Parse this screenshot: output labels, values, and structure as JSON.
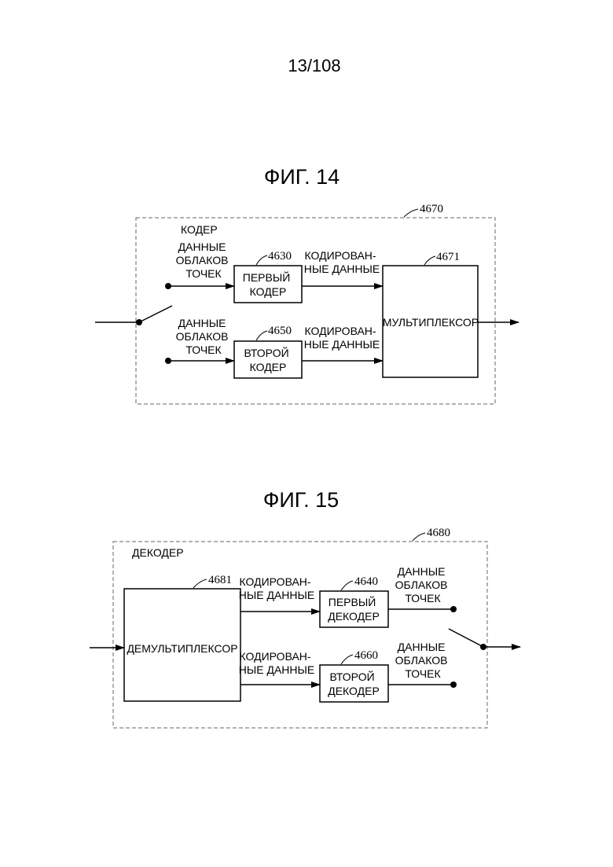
{
  "page_number": "13/108",
  "fig14": {
    "title": "ФИГ. 14",
    "encoder_label": "КОДЕР",
    "encoder_ref": "4670",
    "input_1": [
      "ДАННЫЕ",
      "ОБЛАКОВ",
      "ТОЧЕК"
    ],
    "input_2": [
      "ДАННЫЕ",
      "ОБЛАКОВ",
      "ТОЧЕК"
    ],
    "first_encoder": {
      "ref": "4630",
      "lines": [
        "ПЕРВЫЙ",
        "КОДЕР"
      ]
    },
    "second_encoder": {
      "ref": "4650",
      "lines": [
        "ВТОРОЙ",
        "КОДЕР"
      ]
    },
    "encoded_1": [
      "КОДИРОВАН-",
      "НЫЕ ДАННЫЕ"
    ],
    "encoded_2": [
      "КОДИРОВАН-",
      "НЫЕ ДАННЫЕ"
    ],
    "multiplexer": {
      "ref": "4671",
      "label": "МУЛЬТИПЛЕКСОР"
    }
  },
  "fig15": {
    "title": "ФИГ. 15",
    "decoder_label": "ДЕКОДЕР",
    "decoder_ref": "4680",
    "demultiplexer": {
      "ref": "4681",
      "label": "ДЕМУЛЬТИПЛЕКСОР"
    },
    "encoded_1": [
      "КОДИРОВАН-",
      "НЫЕ ДАННЫЕ"
    ],
    "encoded_2": [
      "КОДИРОВАН-",
      "НЫЕ ДАННЫЕ"
    ],
    "first_decoder": {
      "ref": "4640",
      "lines": [
        "ПЕРВЫЙ",
        "ДЕКОДЕР"
      ]
    },
    "second_decoder": {
      "ref": "4660",
      "lines": [
        "ВТОРОЙ",
        "ДЕКОДЕР"
      ]
    },
    "output_1": [
      "ДАННЫЕ",
      "ОБЛАКОВ",
      "ТОЧЕК"
    ],
    "output_2": [
      "ДАННЫЕ",
      "ОБЛАКОВ",
      "ТОЧЕК"
    ]
  }
}
